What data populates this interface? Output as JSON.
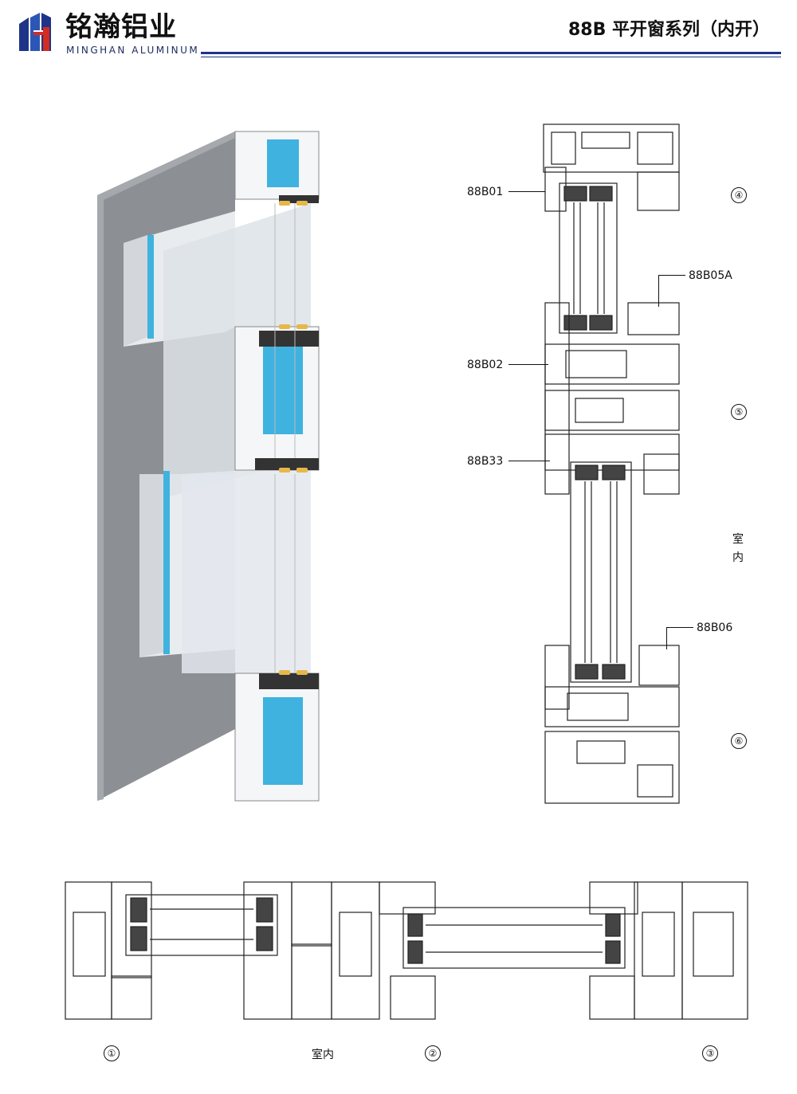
{
  "header": {
    "brand_cn": "铭瀚铝业",
    "brand_en": "MINGHAN ALUMINUM",
    "title": "88B 平开窗系列（内开）"
  },
  "colors": {
    "brand_blue": "#1e3488",
    "logo_red": "#d42b22",
    "profile_gray": "#8c8f93",
    "thermal_break_blue": "#3fb2e0"
  },
  "vertical_section": {
    "callouts": [
      "88B01",
      "88B05A",
      "88B02",
      "88B33",
      "88B06"
    ],
    "position_marks": [
      "④",
      "⑤",
      "⑥"
    ],
    "indoor_label": [
      "室",
      "内"
    ]
  },
  "horizontal_section": {
    "position_marks": [
      "①",
      "②",
      "③"
    ],
    "indoor_label": "室内"
  }
}
